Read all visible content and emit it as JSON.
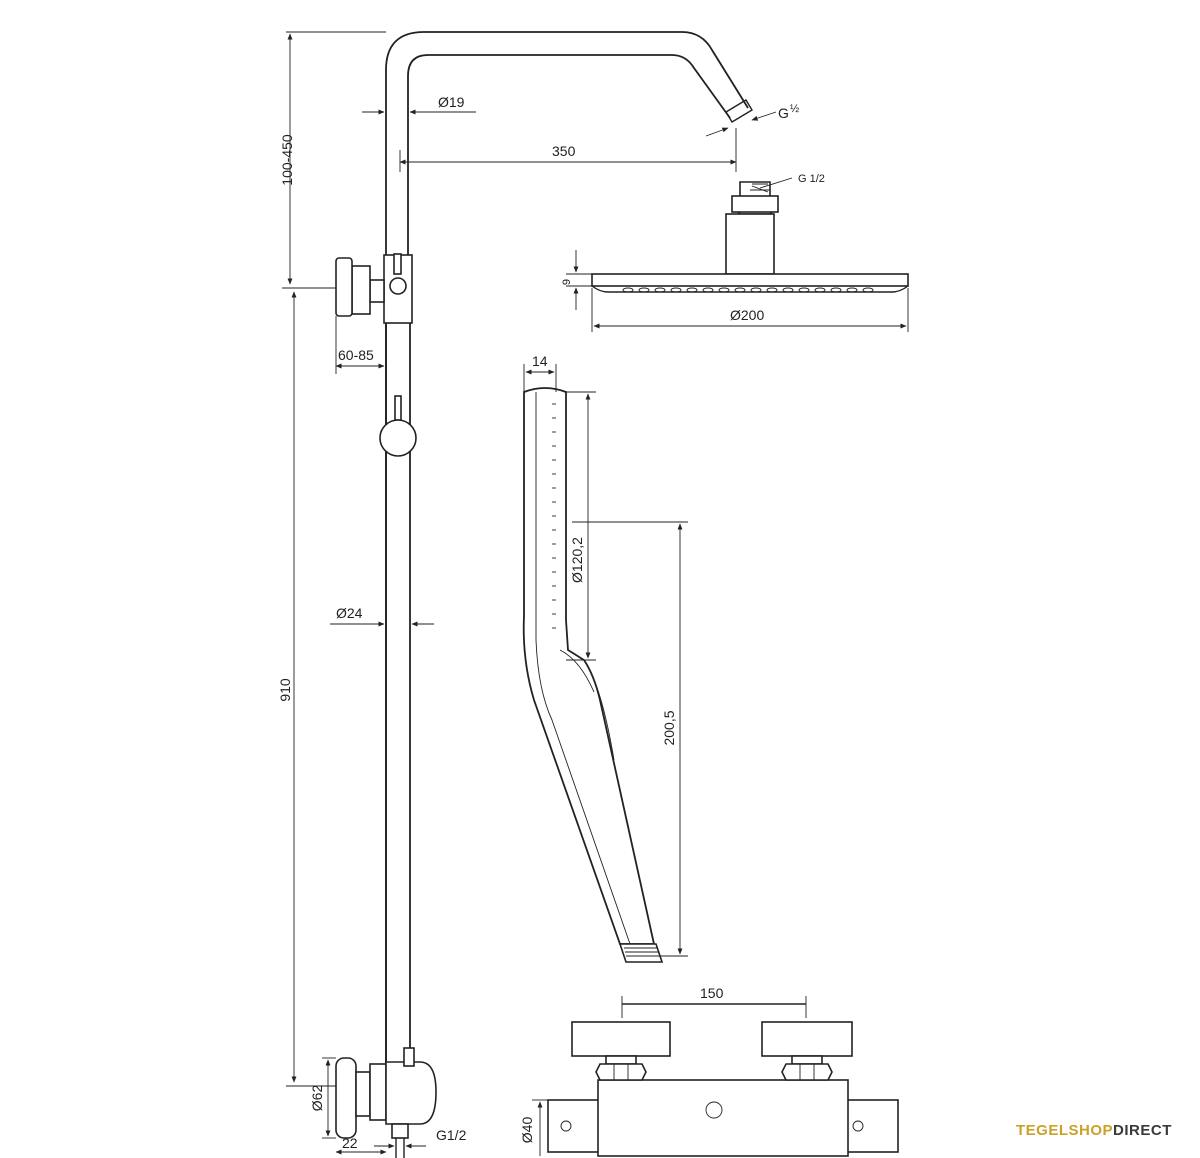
{
  "colors": {
    "line": "#222222",
    "background": "#ffffff",
    "brand_gold": "#c9a227",
    "brand_dark": "#3a3a3a"
  },
  "dimensions": {
    "arm_height": "100-450",
    "arm_diameter": "Ø19",
    "arm_length": "350",
    "outlet_thread_G": "G",
    "outlet_thread_fraction": "½",
    "head_connector_thread": "G 1/2",
    "head_thickness": "9",
    "head_diameter": "Ø200",
    "wall_distance": "60-85",
    "hand_shower_width": "14",
    "rail_diameter": "Ø24",
    "hand_shower_head": "Ø120,2",
    "hand_shower_length": "200,5",
    "rail_length": "910",
    "mixer_centers": "150",
    "knob_diameter": "Ø62",
    "mixer_depth": "Ø40",
    "bottom_offset": "22",
    "inlet_thread": "G1/2"
  },
  "brand": {
    "part1": "TEGEL",
    "part2": "SHOP",
    "part3": "DIRECT"
  }
}
